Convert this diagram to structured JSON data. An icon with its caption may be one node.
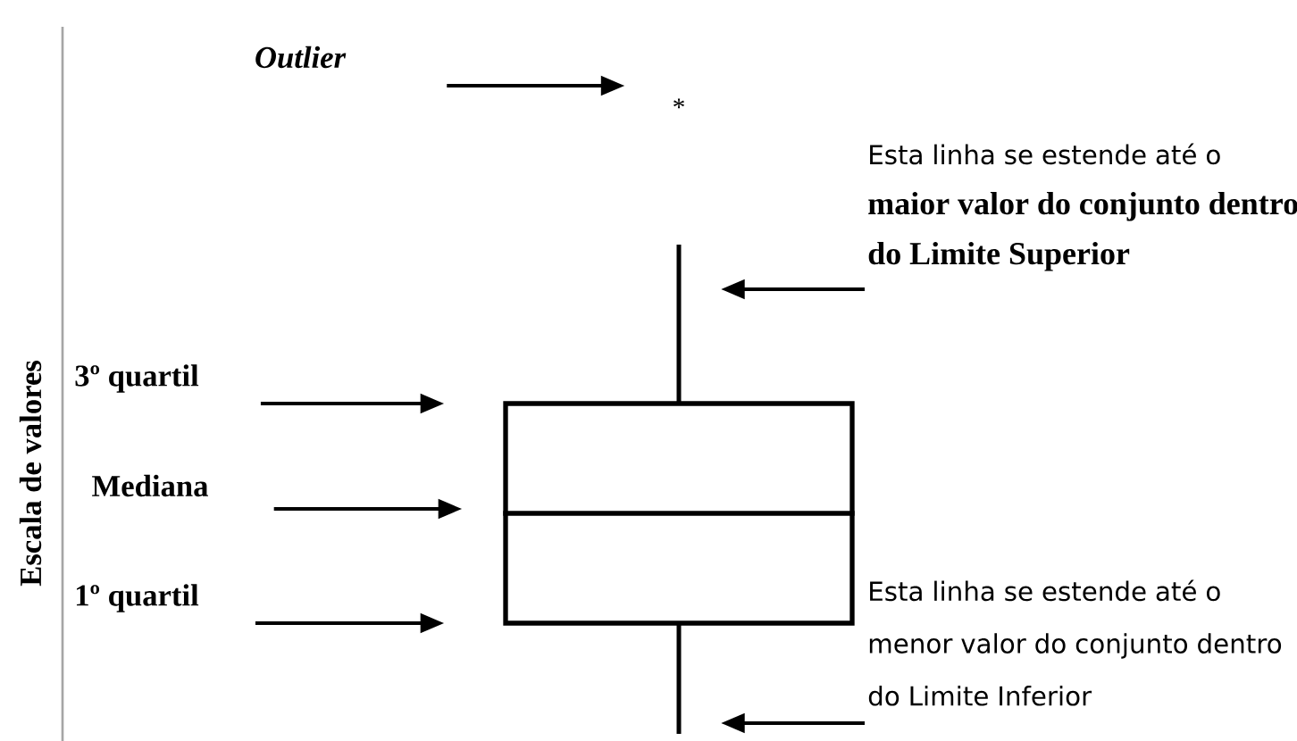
{
  "diagram": {
    "nodes": [
      {
        "text": [
          "Outlier"
        ]
      },
      {
        "text": [
          "*"
        ]
      },
      {
        "text": [
          "Esta linha se estende até o",
          "maior valor do conjunto dentro do Limite Superior"
        ]
      },
      {
        "text": [],
        "shape": "line"
      },
      {
        "text": [
          "3º quartil"
        ]
      },
      {
        "text": [
          "Mediana"
        ]
      },
      {
        "text": [
          "1º quartil"
        ]
      },
      {
        "text": [],
        "shape": "box"
      },
      {
        "text": [
          "Esta linha se estende até o menor valor do conjunto dentro do Limite Inferior"
        ]
      },
      {
        "text": [],
        "shape": "line"
      }
    ],
    "edges": [
      {
        "from": 0,
        "to": 1,
        "arrow": "to"
      },
      {
        "from": 2,
        "to": 3,
        "arrow": "to"
      },
      {
        "from": 4,
        "to": 7,
        "arrow": "to"
      },
      {
        "from": 5,
        "to": 7,
        "arrow": "to"
      },
      {
        "from": 6,
        "to": 7,
        "arrow": "to"
      },
      {
        "from": 8,
        "to": 9,
        "arrow": "to"
      }
    ],
    "labels": [
      "Escala de valores"
    ]
  }
}
